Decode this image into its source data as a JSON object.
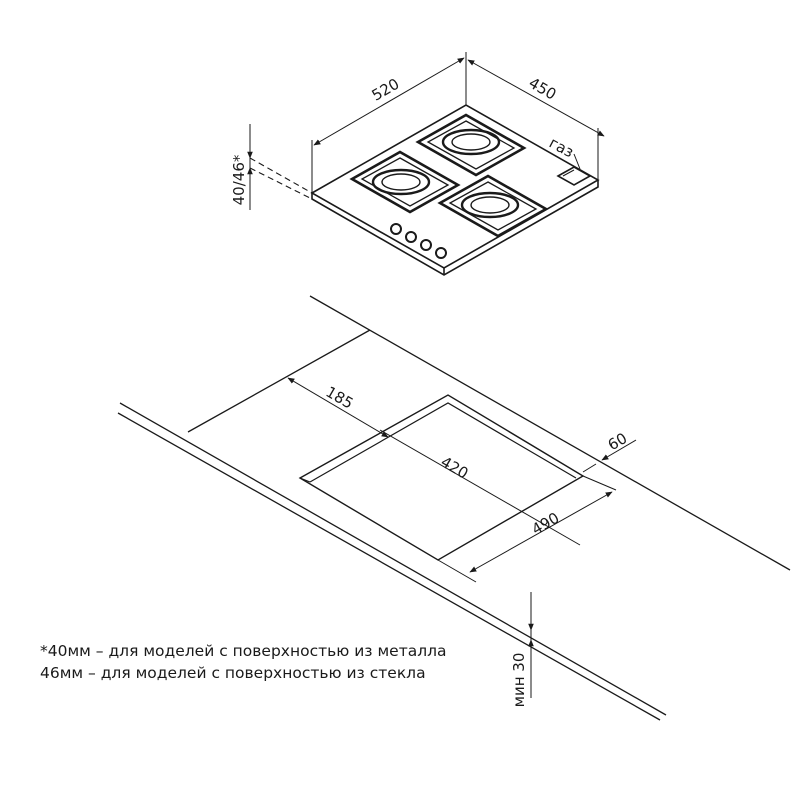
{
  "hob": {
    "width_label": "520",
    "depth_label": "450",
    "height_label": "40/46*",
    "gas_label": "газ"
  },
  "cutout": {
    "edge_offset_label": "185",
    "width_label": "420",
    "depth_label": "490",
    "rear_offset_label": "60",
    "min_thickness_label": "мин 30"
  },
  "notes": [
    "*40мм – для моделей  с поверхностью  из металла",
    "46мм – для моделей  с поверхностью  из стекла"
  ]
}
